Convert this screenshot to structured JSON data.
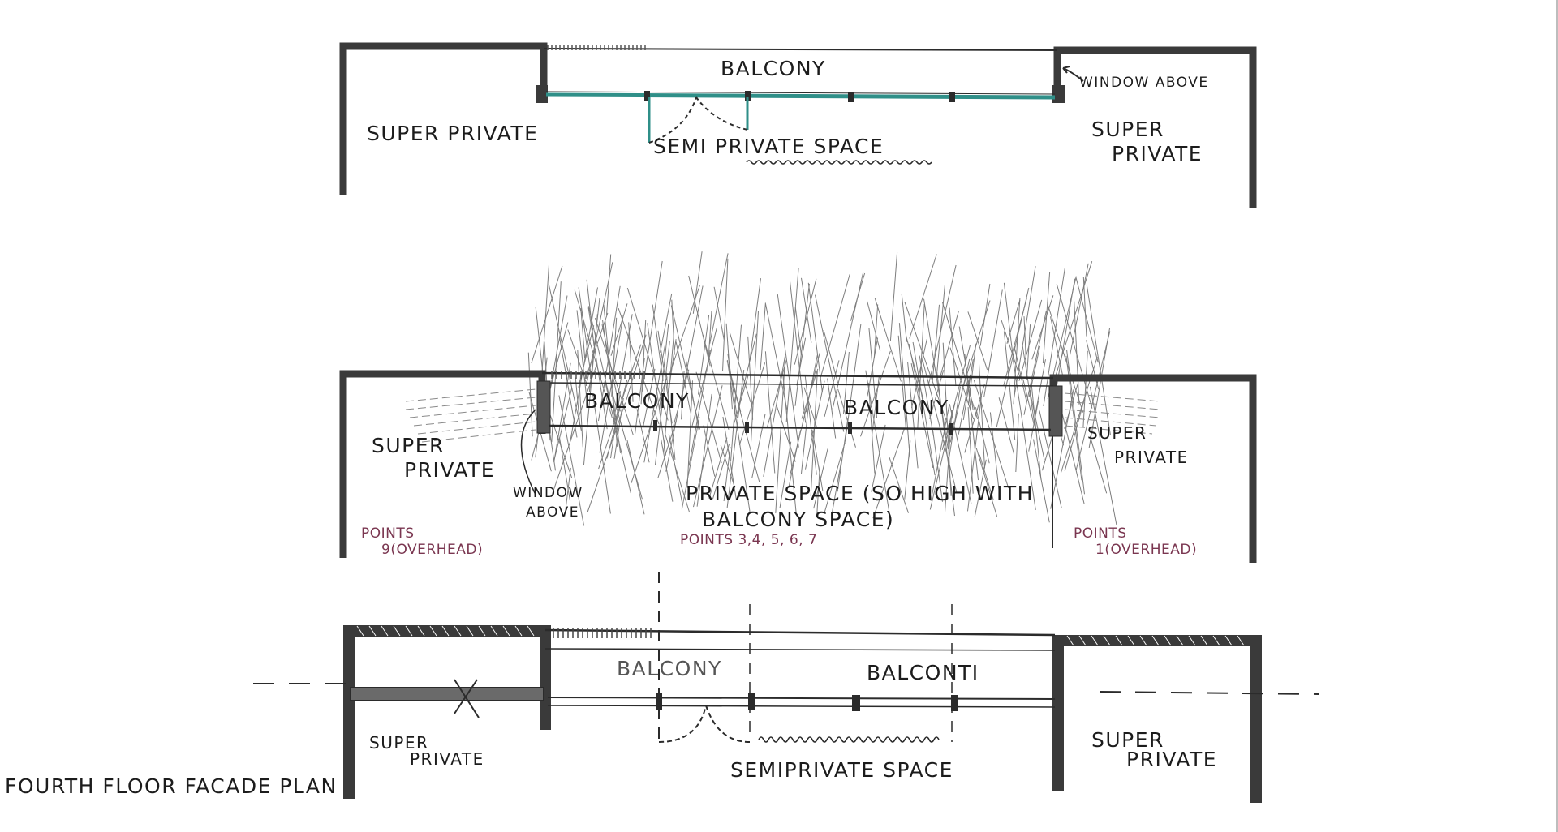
{
  "colors": {
    "ink": "#2b2b2b",
    "wall_fill": "#4a4a4a",
    "glazing": "#2f8f88",
    "maroon_text": "#7a3650",
    "hatch": "#7d7d7d"
  },
  "plan1": {
    "balcony": "BALCONY",
    "window_above": "WINDOW ABOVE",
    "super_private_left": "SUPER PRIVATE",
    "super_private_right_1": "SUPER",
    "super_private_right_2": "PRIVATE",
    "semi_private_space": "SEMI PRIVATE SPACE"
  },
  "plan2": {
    "balcony_left": "BALCONY",
    "balcony_right": "BALCONY",
    "super_left_1": "SUPER",
    "super_left_2": "PRIVATE",
    "super_right_1": "SUPER",
    "super_right_2": "PRIVATE",
    "window_above_1": "WINDOW",
    "window_above_2": "ABOVE",
    "private_space_1": "PRIVATE SPACE (SO HIGH WITH",
    "private_space_2": "BALCONY SPACE)",
    "points_left_1": "POINTS",
    "points_left_2": "9(OVERHEAD)",
    "points_center": "POINTS 3,4, 5, 6, 7",
    "points_right_1": "POINTS",
    "points_right_2": "1(OVERHEAD)"
  },
  "plan3": {
    "balcony_left": "BALCONY",
    "balcony_right": "BALCONTI",
    "super_left_1": "SUPER",
    "super_left_2": "PRIVATE",
    "super_right_1": "SUPER",
    "super_right_2": "PRIVATE",
    "semiprivate_space": "SEMIPRIVATE SPACE"
  },
  "drawing_title": "FOURTH FLOOR FACADE PLAN"
}
